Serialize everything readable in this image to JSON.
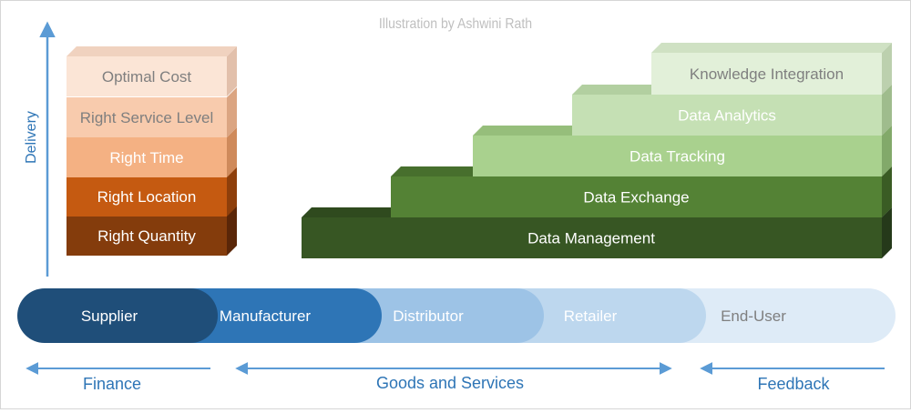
{
  "credit": "Illustration by Ashwini Rath",
  "axis_label": "Delivery",
  "colors": {
    "arrow": "#5b9bd5",
    "label_blue": "#2e75b6",
    "credit": "#bfbfbf"
  },
  "delivery_stack": [
    {
      "label": "Right Quantity",
      "front": "#843c0c",
      "top": "#6e300a",
      "side": "#5a2608",
      "text": "#ffffff"
    },
    {
      "label": "Right Location",
      "front": "#c55a11",
      "top": "#a84b0e",
      "side": "#8e3f0b",
      "text": "#ffffff"
    },
    {
      "label": "Right Time",
      "front": "#f4b183",
      "top": "#e39c6b",
      "side": "#cf8a5b",
      "text": "#ffffff"
    },
    {
      "label": "Right Service Level",
      "front": "#f8cbad",
      "top": "#ecb793",
      "side": "#dba582",
      "text": "#7f7f7f"
    },
    {
      "label": "Optimal Cost",
      "front": "#fbe5d6",
      "top": "#f0d2bf",
      "side": "#e2c0ab",
      "text": "#7f7f7f"
    }
  ],
  "data_steps": [
    {
      "label": "Data Management",
      "front": "#375623",
      "top": "#2f4a1e",
      "side": "#25391a",
      "text": "#ffffff"
    },
    {
      "label": "Data Exchange",
      "front": "#548235",
      "top": "#476f2d",
      "side": "#3a5c24",
      "text": "#ffffff"
    },
    {
      "label": "Data Tracking",
      "front": "#a9d18e",
      "top": "#96be7b",
      "side": "#82a96a",
      "text": "#ffffff"
    },
    {
      "label": "Data Analytics",
      "front": "#c5e0b4",
      "top": "#b2cfa0",
      "side": "#9fbc8d",
      "text": "#ffffff"
    },
    {
      "label": "Knowledge Integration",
      "front": "#e2f0d9",
      "top": "#cfe1c3",
      "side": "#bcd0ae",
      "text": "#7f7f7f"
    }
  ],
  "chain": [
    {
      "label": "Supplier",
      "color": "#1f4e79",
      "text": "#ffffff"
    },
    {
      "label": "Manufacturer",
      "color": "#2e75b6",
      "text": "#ffffff"
    },
    {
      "label": "Distributor",
      "color": "#9dc3e6",
      "text": "#ffffff"
    },
    {
      "label": "Retailer",
      "color": "#bdd7ee",
      "text": "#ffffff"
    },
    {
      "label": "End-User",
      "color": "#deebf7",
      "text": "#7f7f7f"
    }
  ],
  "flows": [
    {
      "label": "Finance",
      "direction": "left"
    },
    {
      "label": "Goods and Services",
      "direction": "both"
    },
    {
      "label": "Feedback",
      "direction": "left"
    }
  ]
}
